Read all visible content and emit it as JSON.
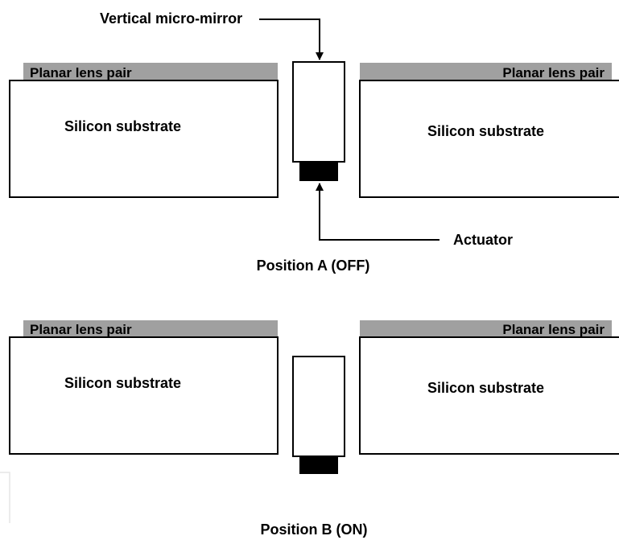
{
  "labels": {
    "mirror_callout": "Vertical micro-mirror",
    "actuator_callout": "Actuator",
    "lens_pair": "Planar lens pair",
    "substrate": "Silicon substrate",
    "caption_a": "Position A (OFF)",
    "caption_b": "Position B (ON)"
  },
  "colors": {
    "lens_bar": "#a0a0a0",
    "outline": "#000000",
    "actuator": "#000000",
    "background": "#ffffff"
  },
  "states": [
    {
      "position": "A",
      "state": "OFF",
      "mirror": "raised"
    },
    {
      "position": "B",
      "state": "ON",
      "mirror": "lowered"
    }
  ]
}
